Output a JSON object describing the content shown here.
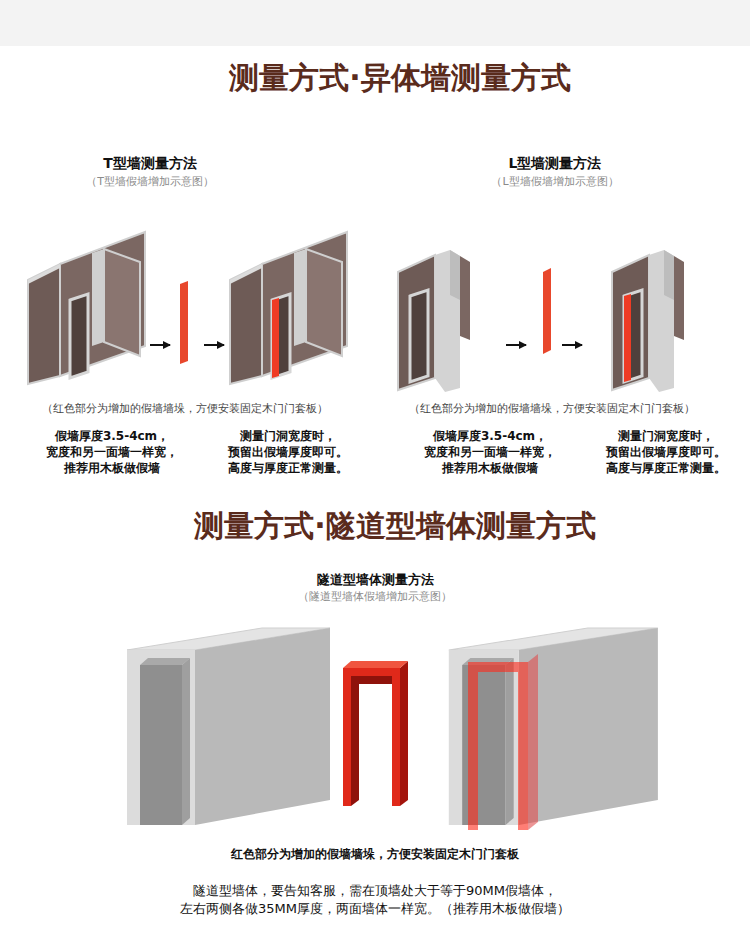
{
  "diagram": {
    "title": "测量方式·异体墙测量方式",
    "labels": [
      "T型墙测量方法",
      "（T型墙假墙增加示意图）",
      "L型墙测量方法",
      "（L型墙假墙增加示意图）",
      "（红色部分为增加的假墙墙垛，方便安装固定木门门套板）",
      "（红色部分为增加的假墙墙垛，方便安装固定木门门套板）",
      "假墙厚度3.5-4cm， 宽度和另一面墙一样宽， 推荐用木板做假墙",
      "测量门洞宽度时， 预留出假墙厚度即可。 高度与厚度正常测量。",
      "假墙厚度3.5-4cm， 宽度和另一面墙一样宽， 推荐用木板做假墙",
      "测量门洞宽度时， 预留出假墙厚度即可。 高度与厚度正常测量。",
      "测量方式·隧道型墙体测量方式",
      "隧道型墙体测量方法",
      "（隧道型墙体假墙增加示意图）",
      "红色部分为增加的假墙墙垛，方便安装固定木门门套板",
      "隧道型墙体，要告知客服，需在顶墙处大于等于90MM假墙体， 左右两侧各做35MM厚度，两面墙体一样宽。（推荐用木板做假墙）"
    ]
  }
}
